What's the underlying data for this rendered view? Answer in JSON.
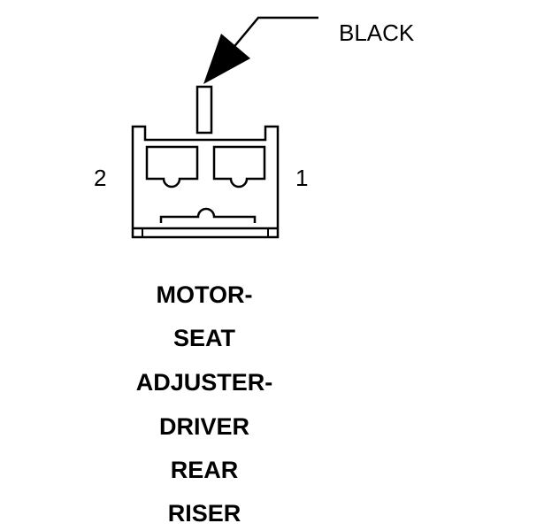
{
  "wire_color_label": "BLACK",
  "pins": {
    "left": "2",
    "right": "1"
  },
  "component_title": [
    "MOTOR-",
    "SEAT",
    "ADJUSTER-",
    "DRIVER",
    "REAR",
    "RISER"
  ]
}
